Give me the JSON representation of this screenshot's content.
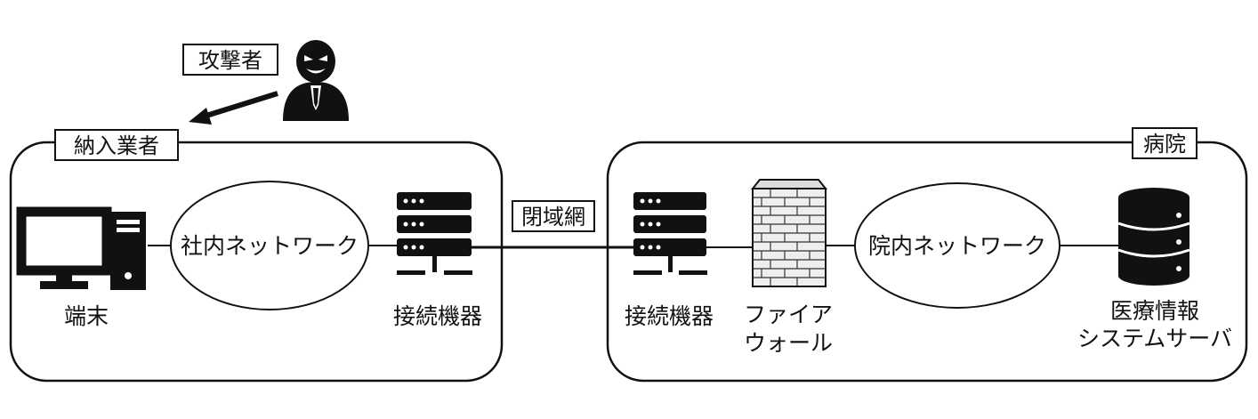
{
  "attacker": {
    "label": "攻撃者",
    "icon": "attacker-icon"
  },
  "vendor": {
    "label": "納入業者",
    "terminal_label": "端末",
    "network_label": "社内ネットワーク",
    "connector_label": "接続機器"
  },
  "closed_network": {
    "label": "閉域網"
  },
  "hospital": {
    "label": "病院",
    "connector_label": "接続機器",
    "firewall_label_line1": "ファイア",
    "firewall_label_line2": "ウォール",
    "network_label": "院内ネットワーク",
    "server_label_line1": "医療情報",
    "server_label_line2": "システムサーバ"
  },
  "colors": {
    "ink": "#111111",
    "background": "#ffffff"
  }
}
